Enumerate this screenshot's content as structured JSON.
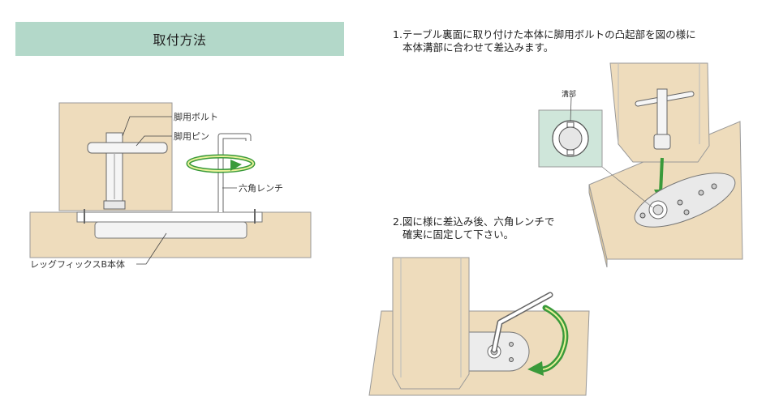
{
  "header": {
    "title": "取付方法"
  },
  "steps": [
    {
      "line1": "1.テーブル裏面に取り付けた本体に脚用ボルトの凸起部を図の様に",
      "line2": "本体溝部に合わせて差込みます。"
    },
    {
      "line1": "2.図に様に差込み後、六角レンチで",
      "line2": "確実に固定して下さい。"
    }
  ],
  "diagram_left": {
    "labels": {
      "bolt": "脚用ボルト",
      "pin": "脚用ピン",
      "wrench": "六角レンチ",
      "body": "レッグフィックスB本体"
    }
  },
  "diagram_step1": {
    "labels": {
      "groove": "溝部"
    }
  },
  "colors": {
    "header_bg": "#b3d8c9",
    "wood": "#eedcbc",
    "arrow_green": "#3a9a3a",
    "inset_bg": "#cfe6da"
  }
}
